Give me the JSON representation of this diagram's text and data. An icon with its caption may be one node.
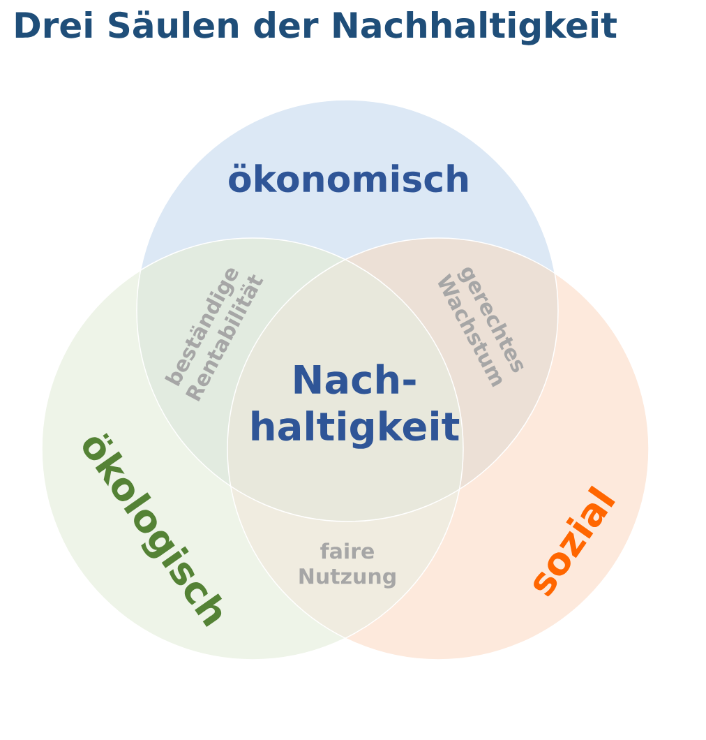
{
  "diagram": {
    "title": "Drei Säulen der Nachhaltigkeit",
    "nodes": [
      {
        "text": [
          "ökonomisch"
        ]
      },
      {
        "text": [
          "ökologisch"
        ]
      },
      {
        "text": [
          "sozial"
        ]
      }
    ],
    "labels": [
      "beständige Rentabilität",
      "gerechtes Wachstum",
      "Nach- haltigkeit",
      "faire Nutzung"
    ]
  }
}
